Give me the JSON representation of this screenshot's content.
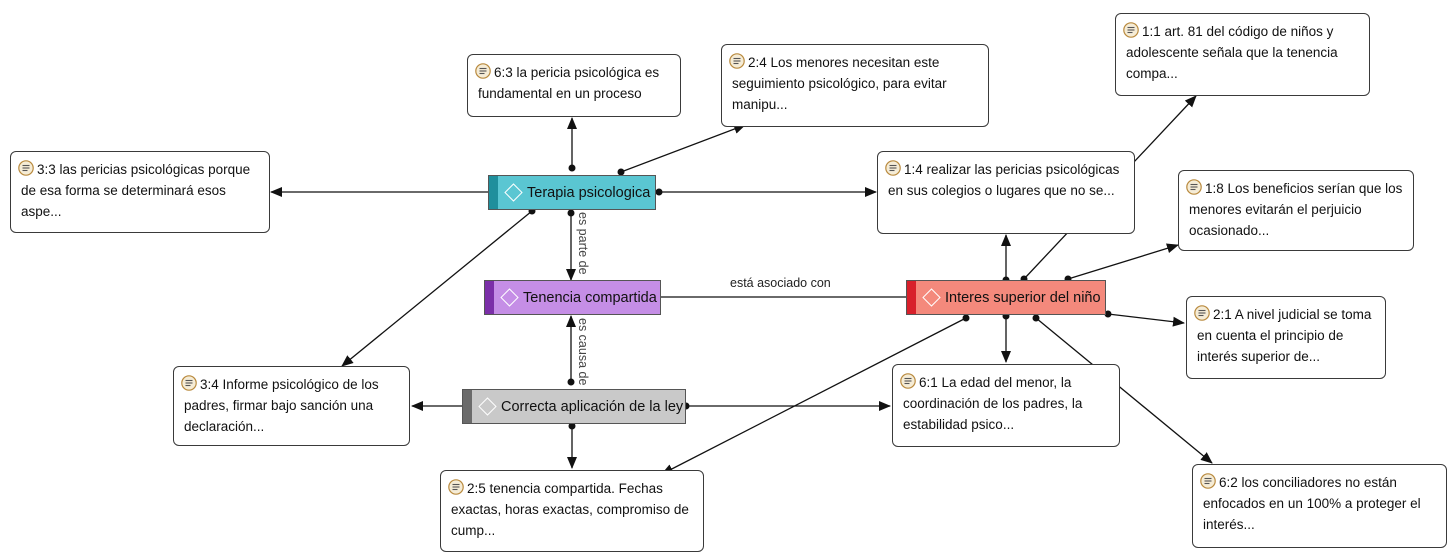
{
  "codes": {
    "terapia": {
      "label": "Terapia psicologica",
      "color": "#5ac6d2",
      "bar": "#1f8f9c"
    },
    "tenencia": {
      "label": "Tenencia compartida",
      "color": "#c58ee6",
      "bar": "#7b2fa8"
    },
    "correcta": {
      "label": "Correcta aplicación de la ley",
      "color": "#c9c9c9",
      "bar": "#6b6b6b"
    },
    "interes": {
      "label": "Interes superior del niño",
      "color": "#f4897c",
      "bar": "#d8202b"
    }
  },
  "quotes": {
    "q6_3": "6:3 la pericia psicológica es fundamental en un proceso",
    "q2_4": "2:4 Los menores necesitan este seguimiento psicológico, para evitar manipu...",
    "q1_1": "1:1 art. 81 del código de niños y adolescente señala que la tenencia compa...",
    "q3_3": "3:3 las pericias psicológicas porque de esa forma se determinará esos aspe...",
    "q1_4": "1:4 realizar las pericias psicológicas en sus colegios o lugares que no se...",
    "q1_8": "1:8 Los beneficios serían que los menores evitarán el perjuicio ocasionado...",
    "q2_1": "2:1 A nivel judicial se toma en cuenta el principio de interés superior de...",
    "q3_4": "3:4 Informe psicológico de los padres, firmar bajo sanción una declaración...",
    "q6_1": "6:1 La edad del menor, la coordinación de los padres, la estabilidad psico...",
    "q2_5": "2:5 tenencia compartida. Fechas exactas, horas exactas, compromiso de cump...",
    "q6_2": "6:2 los conciliadores no están enfocados en un 100% a proteger el interés..."
  },
  "relations": {
    "asociado": "está asociado con",
    "parte": "es parte de",
    "causa": "es causa de"
  },
  "icons": {
    "quote": "quotation-document-icon",
    "code": "code-diamond-icon"
  }
}
